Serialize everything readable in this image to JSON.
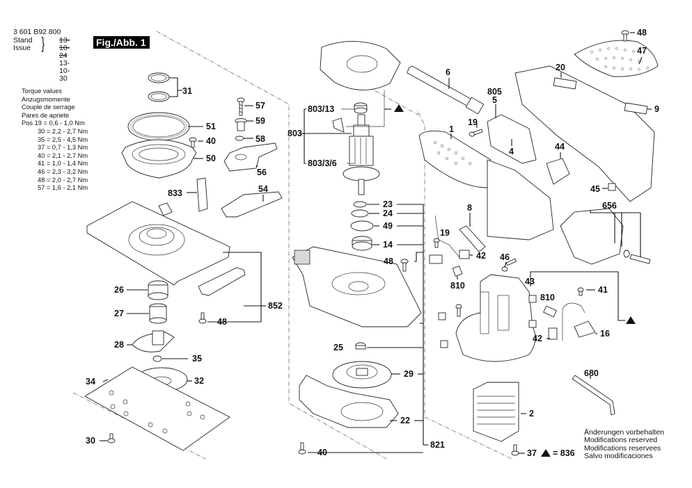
{
  "header": {
    "part_number": "3 601 B92 800",
    "labels": [
      "Stand",
      "Issue"
    ],
    "date_old": "13-10-24",
    "date_new": "13-10-30",
    "figure_label": "Fig./Abb. 1"
  },
  "torque": {
    "titles": [
      "Torque values",
      "Anzugsmomente",
      "Couple de serrage",
      "Pares de apriete"
    ],
    "prefix": "Pos",
    "rows": [
      "19 = 0,6 - 1,0 Nm",
      "30 = 2,2 - 2,7 Nm",
      "35 = 2,5 - 4,5 Nm",
      "37 = 0,7 - 1,3 Nm",
      "40 = 2,1 - 2,7 Nm",
      "41 = 1,0 - 1,4 Nm",
      "46 = 2,3 - 3,2 Nm",
      "48 = 2,0 - 2,7 Nm",
      "57 = 1,6 - 2,1 Nm"
    ]
  },
  "legend": {
    "triangle_symbol": "▲",
    "triangle_equals": "= 836"
  },
  "notice": [
    "Änderungen vorbehalten",
    "Modifications reserved",
    "Modifications reservees",
    "Salvo modificaciones"
  ],
  "callouts": {
    "c31": "31",
    "c51": "51",
    "c40a": "40",
    "c50": "50",
    "c57": "57",
    "c59": "59",
    "c58": "58",
    "c56": "56",
    "c833": "833",
    "c54": "54",
    "c26": "26",
    "c27": "27",
    "c28": "28",
    "c35": "35",
    "c34": "34",
    "c32": "32",
    "c30": "30",
    "c48a": "48",
    "c852": "852",
    "c803": "803",
    "c803_13": "803/13",
    "c803_3_6": "803/3/6",
    "c23": "23",
    "c24": "24",
    "c49": "49",
    "c14": "14",
    "c48b": "48",
    "c25": "25",
    "c29": "29",
    "c22": "22",
    "c40b": "40",
    "c821": "821",
    "c6": "6",
    "c805": "805",
    "c5": "5",
    "c1": "1",
    "c19a": "19",
    "c4": "4",
    "c20": "20",
    "c48c": "48",
    "c47": "47",
    "c9": "9",
    "c44": "44",
    "c45": "45",
    "c656": "656",
    "c8": "8",
    "c19b": "19",
    "c42a": "42",
    "c46": "46",
    "c810a": "810",
    "c43": "43",
    "c810b": "810",
    "c41": "41",
    "c42b": "42",
    "c16": "16",
    "c680": "680",
    "c2": "2",
    "c37": "37"
  }
}
